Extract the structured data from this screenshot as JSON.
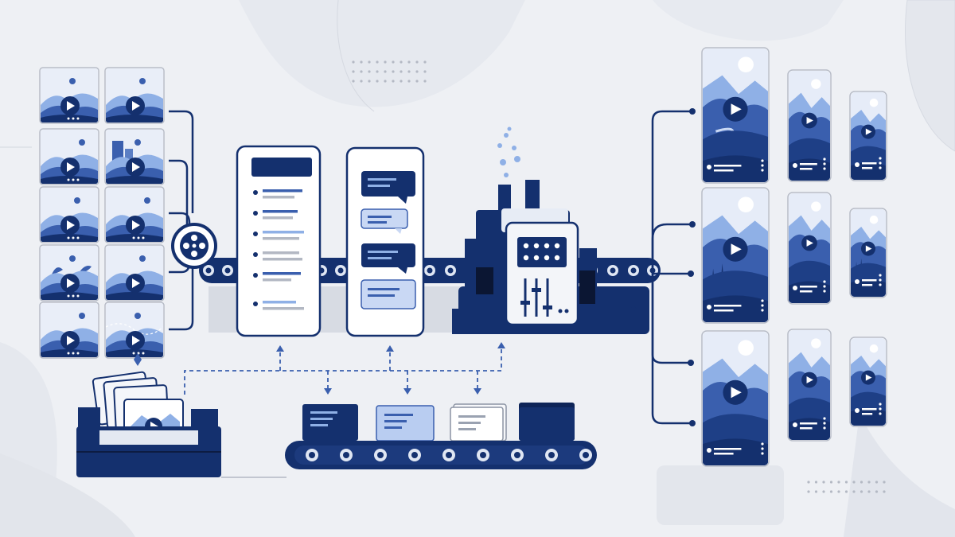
{
  "colors": {
    "background": "#eef0f4",
    "navy": "#14306e",
    "blue_mid": "#3a5fae",
    "blue_light": "#8fb0e6",
    "blue_pale": "#c9d8f4",
    "card_white": "#f8f9fb",
    "gray_line": "#b3b8c3"
  },
  "illustration": {
    "left_thumbnails": [
      {
        "icon": "play-icon",
        "scene": "mountains"
      },
      {
        "icon": "play-icon",
        "scene": "hills"
      },
      {
        "icon": "play-icon",
        "scene": "mountains"
      },
      {
        "icon": "play-icon",
        "scene": "city"
      },
      {
        "icon": "play-icon",
        "scene": "mountains"
      },
      {
        "icon": "play-icon",
        "scene": "hills"
      },
      {
        "icon": "play-icon",
        "scene": "plants"
      },
      {
        "icon": "play-icon",
        "scene": "hills"
      },
      {
        "icon": "play-icon",
        "scene": "mountains"
      },
      {
        "icon": "play-icon",
        "scene": "river"
      }
    ],
    "hub_icon": "film-reel-icon",
    "panels": [
      "transcript-document-icon",
      "chat-bubbles-icon"
    ],
    "machine_icon": "processing-machine-icon",
    "lower_belt_items": [
      "navy-document-icon",
      "blue-document-icon",
      "white-document-icon",
      "navy-document-icon"
    ],
    "archive_icon": "archive-box-icon",
    "output_columns": [
      {
        "size": "large",
        "items": 3
      },
      {
        "size": "medium",
        "items": 3
      },
      {
        "size": "small",
        "items": 3
      }
    ]
  }
}
